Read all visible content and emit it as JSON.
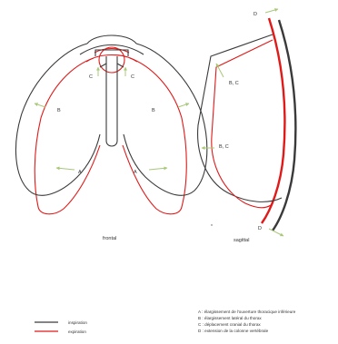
{
  "colors": {
    "inspiration": "#3a3a3a",
    "expiration": "#e01919",
    "arrow": "#a8c878",
    "background": "#ffffff"
  },
  "frontal": {
    "caption": "frontal",
    "labels": {
      "a_left": "A",
      "a_right": "A",
      "b_left": "B",
      "b_right": "B",
      "c_left": "C",
      "c_right": "C"
    }
  },
  "sagittal": {
    "caption": "sagittal",
    "labels": {
      "bc_top": "B, C",
      "bc_mid": "B, C",
      "d_top": "D",
      "d_bottom": "D"
    }
  },
  "legend": {
    "lines": [
      {
        "label": "inspiration",
        "color": "#3a3a3a"
      },
      {
        "label": "expiration",
        "color": "#e01919"
      }
    ],
    "key": [
      "A : élargissement de l'ouverture thoracique inférieure",
      "B : élargissement latéral du thorax",
      "C : déplacement cranial du thorax",
      "D : extension de la colonne vertébrale"
    ]
  }
}
